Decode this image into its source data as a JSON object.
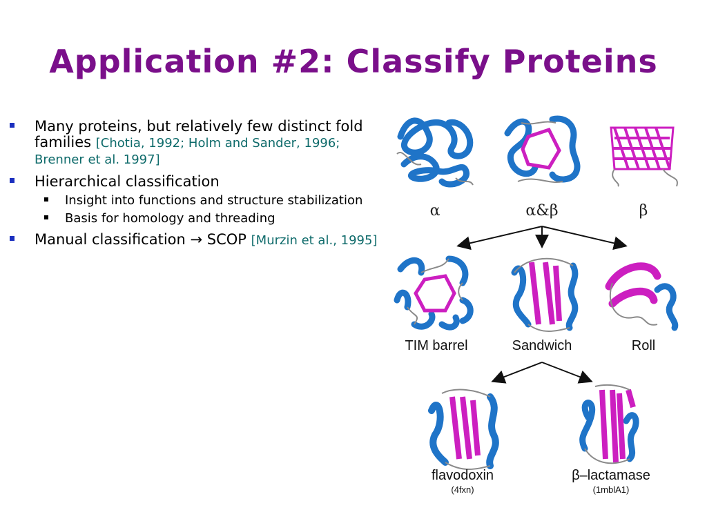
{
  "slide": {
    "title": "Application #2: Classify Proteins"
  },
  "bullets": [
    {
      "text": "Many proteins, but relatively few distinct fold families ",
      "cite": "[Chotia, 1992; Holm and Sander, 1996; Brenner et al. 1997]"
    },
    {
      "text": "Hierarchical classification",
      "sub": [
        "Insight into functions and structure stabilization",
        "Basis for homology and threading"
      ]
    },
    {
      "text": "Manual classification → SCOP ",
      "cite": "[Murzin et al., 1995]"
    }
  ],
  "figure": {
    "classes": [
      "α",
      "α&β",
      "β"
    ],
    "folds": [
      "TIM barrel",
      "Sandwich",
      "Roll"
    ],
    "families": [
      {
        "name": "flavodoxin",
        "code": "(4fxn)"
      },
      {
        "name": "β–lactamase",
        "code": "(1mblA1)"
      }
    ],
    "colors": {
      "helix": "#1f74c8",
      "sheet": "#cc1fc0",
      "coil": "#8a8a8a",
      "title": "#7a0f8a",
      "bullet_marker": "#1b2fbf",
      "citation": "#0f6b6b"
    }
  }
}
